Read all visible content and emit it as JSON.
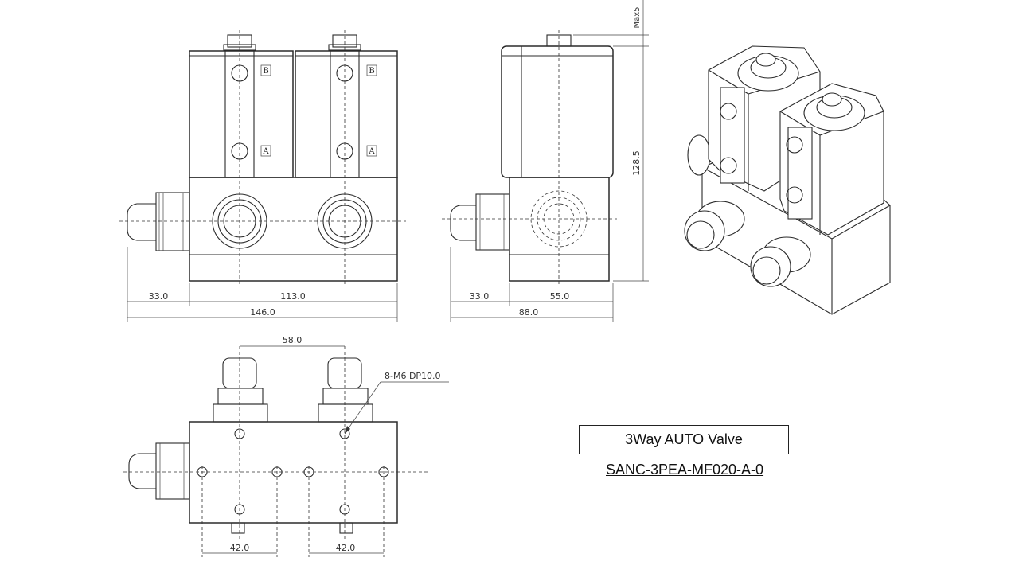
{
  "drawing": {
    "front_view": {
      "dims": {
        "left": "33.0",
        "body": "113.0",
        "total": "146.0"
      },
      "port_labels": [
        "B",
        "A",
        "B",
        "A"
      ]
    },
    "side_view": {
      "dims": {
        "left": "33.0",
        "body": "55.0",
        "total": "88.0",
        "height": "128.5",
        "max": "Max5"
      }
    },
    "bottom_view": {
      "dims": {
        "top": "58.0",
        "bottom_left": "42.0",
        "bottom_right": "42.0"
      },
      "callout": "8-M6 DP10.0"
    }
  },
  "title": {
    "name": "3Way AUTO Valve",
    "model": "SANC-3PEA-MF020-A-0"
  }
}
